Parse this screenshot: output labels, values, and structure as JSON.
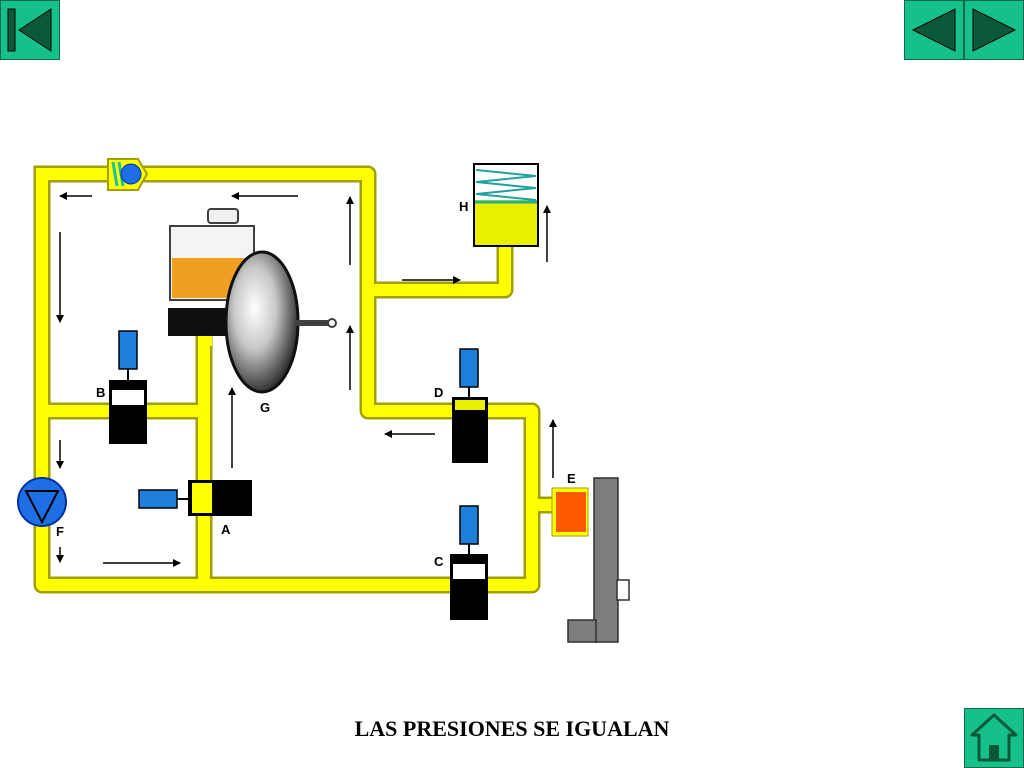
{
  "caption": "LAS PRESIONES SE IGUALAN",
  "labels": {
    "a": "A",
    "b": "B",
    "c": "C",
    "d": "D",
    "e": "E",
    "f": "F",
    "g": "G",
    "h": "H"
  },
  "nav": {
    "first_icon": "skip-to-first-icon",
    "prev_icon": "previous-triangle-icon",
    "next_icon": "next-triangle-icon",
    "home_icon": "home-house-icon"
  },
  "colors": {
    "pipe": "#ffff00",
    "pipe_outline": "#a0a000",
    "valve_actuator": "#1e7fdc",
    "pump": "#1e6ee6",
    "caliper": "#ff5a00",
    "disc": "#7d7d7d",
    "brake_fluid": "#f0a020",
    "accumulator_fluid": "#e8f000",
    "nav_button": "#15c08a"
  }
}
